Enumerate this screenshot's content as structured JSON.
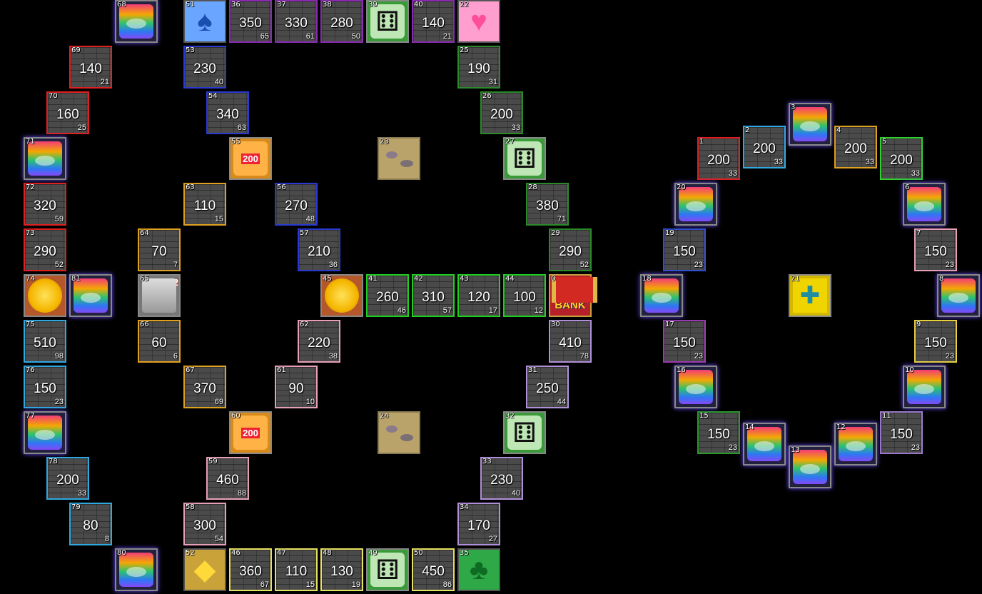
{
  "board": {
    "tiles": [
      {
        "n": "0",
        "type": "bank",
        "label": "BANK"
      },
      {
        "n": "1",
        "type": "property",
        "price": "200",
        "toll": "33",
        "color": "#e02020"
      },
      {
        "n": "2",
        "type": "property",
        "price": "200",
        "toll": "33",
        "color": "#30a8e0"
      },
      {
        "n": "3",
        "type": "warp"
      },
      {
        "n": "4",
        "type": "property",
        "price": "200",
        "toll": "33",
        "color": "#e0a020"
      },
      {
        "n": "5",
        "type": "property",
        "price": "200",
        "toll": "33",
        "color": "#30d030"
      },
      {
        "n": "6",
        "type": "warp"
      },
      {
        "n": "7",
        "type": "property",
        "price": "150",
        "toll": "23",
        "color": "#e8a0b8"
      },
      {
        "n": "8",
        "type": "warp"
      },
      {
        "n": "9",
        "type": "property",
        "price": "150",
        "toll": "23",
        "color": "#e8d040"
      },
      {
        "n": "10",
        "type": "warp"
      },
      {
        "n": "11",
        "type": "property",
        "price": "150",
        "toll": "23",
        "color": "#9a7ac8"
      },
      {
        "n": "12",
        "type": "warp"
      },
      {
        "n": "13",
        "type": "warp"
      },
      {
        "n": "14",
        "type": "warp"
      },
      {
        "n": "15",
        "type": "property",
        "price": "150",
        "toll": "23",
        "color": "#2a9a2a"
      },
      {
        "n": "16",
        "type": "warp"
      },
      {
        "n": "17",
        "type": "property",
        "price": "150",
        "toll": "23",
        "color": "#9a3ab0"
      },
      {
        "n": "18",
        "type": "warp"
      },
      {
        "n": "19",
        "type": "property",
        "price": "150",
        "toll": "23",
        "color": "#3050d0"
      },
      {
        "n": "20",
        "type": "warp"
      },
      {
        "n": "21",
        "type": "hub",
        "icon": "✚"
      },
      {
        "n": "22",
        "type": "suit",
        "suit": "heart",
        "icon": "♥"
      },
      {
        "n": "23",
        "type": "ground"
      },
      {
        "n": "24",
        "type": "ground"
      },
      {
        "n": "25",
        "type": "property",
        "price": "190",
        "toll": "31",
        "color": "#2a8a2a"
      },
      {
        "n": "26",
        "type": "property",
        "price": "200",
        "toll": "33",
        "color": "#2a8a2a"
      },
      {
        "n": "27",
        "type": "dice",
        "icon": "⚅"
      },
      {
        "n": "28",
        "type": "property",
        "price": "380",
        "toll": "71",
        "color": "#2a8a2a"
      },
      {
        "n": "29",
        "type": "property",
        "price": "290",
        "toll": "52",
        "color": "#2a8a2a"
      },
      {
        "n": "30",
        "type": "property",
        "price": "410",
        "toll": "78",
        "color": "#b090d8"
      },
      {
        "n": "31",
        "type": "property",
        "price": "250",
        "toll": "44",
        "color": "#b090d8"
      },
      {
        "n": "32",
        "type": "dice",
        "icon": "⚅"
      },
      {
        "n": "33",
        "type": "property",
        "price": "230",
        "toll": "40",
        "color": "#b090d8"
      },
      {
        "n": "34",
        "type": "property",
        "price": "170",
        "toll": "27",
        "color": "#b090d8"
      },
      {
        "n": "35",
        "type": "suit",
        "suit": "club",
        "icon": "♣"
      },
      {
        "n": "36",
        "type": "property",
        "price": "350",
        "toll": "65",
        "color": "#8a2ab0"
      },
      {
        "n": "37",
        "type": "property",
        "price": "330",
        "toll": "61",
        "color": "#8a2ab0"
      },
      {
        "n": "38",
        "type": "property",
        "price": "280",
        "toll": "50",
        "color": "#8a2ab0"
      },
      {
        "n": "39",
        "type": "dice",
        "icon": "⚅"
      },
      {
        "n": "40",
        "type": "property",
        "price": "140",
        "toll": "21",
        "color": "#8a2ab0"
      },
      {
        "n": "41",
        "type": "property",
        "price": "260",
        "toll": "46",
        "color": "#20d020"
      },
      {
        "n": "42",
        "type": "property",
        "price": "310",
        "toll": "57",
        "color": "#20d020"
      },
      {
        "n": "43",
        "type": "property",
        "price": "120",
        "toll": "17",
        "color": "#20d020"
      },
      {
        "n": "44",
        "type": "property",
        "price": "100",
        "toll": "12",
        "color": "#20d020"
      },
      {
        "n": "45",
        "type": "coin"
      },
      {
        "n": "46",
        "type": "property",
        "price": "360",
        "toll": "67",
        "color": "#e8e060"
      },
      {
        "n": "47",
        "type": "property",
        "price": "110",
        "toll": "15",
        "color": "#e8e060"
      },
      {
        "n": "48",
        "type": "property",
        "price": "130",
        "toll": "19",
        "color": "#e8e060"
      },
      {
        "n": "49",
        "type": "dice",
        "icon": "⚅"
      },
      {
        "n": "50",
        "type": "property",
        "price": "450",
        "toll": "86",
        "color": "#e8e060"
      },
      {
        "n": "51",
        "type": "suit",
        "suit": "spade",
        "icon": "♠"
      },
      {
        "n": "52",
        "type": "suit",
        "suit": "diamond",
        "icon": "◆"
      },
      {
        "n": "53",
        "type": "property",
        "price": "230",
        "toll": "40",
        "color": "#2a3ad0"
      },
      {
        "n": "54",
        "type": "property",
        "price": "340",
        "toll": "63",
        "color": "#2a3ad0"
      },
      {
        "n": "55",
        "type": "store",
        "label": "200"
      },
      {
        "n": "56",
        "type": "property",
        "price": "270",
        "toll": "48",
        "color": "#2a3ad0"
      },
      {
        "n": "57",
        "type": "property",
        "price": "210",
        "toll": "36",
        "color": "#2a3ad0"
      },
      {
        "n": "58",
        "type": "property",
        "price": "300",
        "toll": "54",
        "color": "#e8a0b8"
      },
      {
        "n": "59",
        "type": "property",
        "price": "460",
        "toll": "88",
        "color": "#e8a0b8"
      },
      {
        "n": "60",
        "type": "store",
        "label": "200"
      },
      {
        "n": "61",
        "type": "property",
        "price": "90",
        "toll": "10",
        "color": "#e8a0b8"
      },
      {
        "n": "62",
        "type": "property",
        "price": "220",
        "toll": "38",
        "color": "#e8a0b8"
      },
      {
        "n": "63",
        "type": "property",
        "price": "110",
        "toll": "15",
        "color": "#e0a020"
      },
      {
        "n": "64",
        "type": "property",
        "price": "70",
        "toll": "7",
        "color": "#e0a020"
      },
      {
        "n": "65",
        "type": "city",
        "label": "×2"
      },
      {
        "n": "66",
        "type": "property",
        "price": "60",
        "toll": "6",
        "color": "#e0a020"
      },
      {
        "n": "67",
        "type": "property",
        "price": "370",
        "toll": "69",
        "color": "#e0a020"
      },
      {
        "n": "68",
        "type": "warp"
      },
      {
        "n": "69",
        "type": "property",
        "price": "140",
        "toll": "21",
        "color": "#e02020"
      },
      {
        "n": "70",
        "type": "property",
        "price": "160",
        "toll": "25",
        "color": "#e02020"
      },
      {
        "n": "71",
        "type": "warp"
      },
      {
        "n": "72",
        "type": "property",
        "price": "320",
        "toll": "59",
        "color": "#e02020"
      },
      {
        "n": "73",
        "type": "property",
        "price": "290",
        "toll": "52",
        "color": "#e02020"
      },
      {
        "n": "74",
        "type": "coin"
      },
      {
        "n": "75",
        "type": "property",
        "price": "510",
        "toll": "98",
        "color": "#30a8e0"
      },
      {
        "n": "76",
        "type": "property",
        "price": "150",
        "toll": "23",
        "color": "#30a8e0"
      },
      {
        "n": "77",
        "type": "warp"
      },
      {
        "n": "78",
        "type": "property",
        "price": "200",
        "toll": "33",
        "color": "#30a8e0"
      },
      {
        "n": "79",
        "type": "property",
        "price": "80",
        "toll": "8",
        "color": "#30a8e0"
      },
      {
        "n": "80",
        "type": "warp"
      },
      {
        "n": "81",
        "type": "warp"
      }
    ]
  }
}
